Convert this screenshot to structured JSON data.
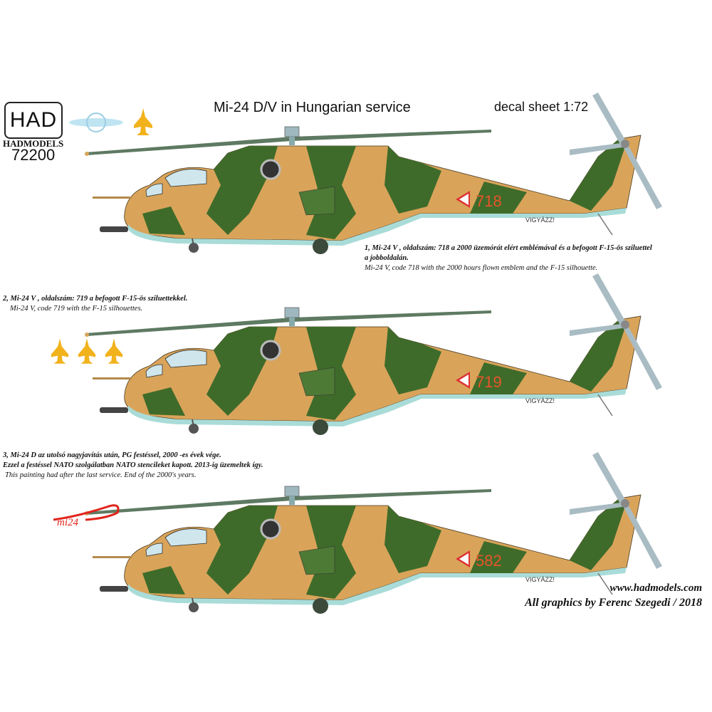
{
  "header": {
    "logo_text": "HAD",
    "brand": "HADMODELS",
    "catalog_number": "72200",
    "title": "Mi-24 D/V in Hungarian service",
    "scale": "decal sheet 1:72"
  },
  "colors": {
    "green": "#3f6b2a",
    "tan": "#d9a45a",
    "belly": "#a9dcd8",
    "code": "#e8542a",
    "accent_yellow": "#f2b21c"
  },
  "variants": [
    {
      "code": "718",
      "stencil": "VIGYÁZZ!",
      "caption_hu_1": "1, Mi-24 V , oldalszám: 718  a 2000 üzemórát elért emblémával és a befogott F-15-ös sziluettel",
      "caption_hu_2": "a jobboldalán.",
      "caption_en": "Mi-24 V, code 718 with the 2000 hours flown emblem and the F-15 silhouette."
    },
    {
      "code": "719",
      "stencil": "VIGYÁZZ!",
      "caption_hu_1": "2, Mi-24 V , oldalszám: 719  a befogott F-15-ös sziluettekkel.",
      "caption_en": "Mi-24 V, code 719 with the F-15 silhouettes."
    },
    {
      "code": "582",
      "stencil": "VIGYÁZZ!",
      "caption_hu_1": "3, Mi-24 D az utolsó nagyjavítás után, PG festéssel, 2000 -es évek vége.",
      "caption_hu_2": "Ezzel a festéssel NATO szolgálatban NATO stencileket kapott. 2013-ig üzemeltek így.",
      "caption_en": "This painting had after the last service. End of the 2000's years.",
      "emblem_text": "mi24"
    }
  ],
  "footer": {
    "website": "www.hadmodels.com",
    "credits": "All graphics by Ferenc Szegedi  / 2018"
  }
}
